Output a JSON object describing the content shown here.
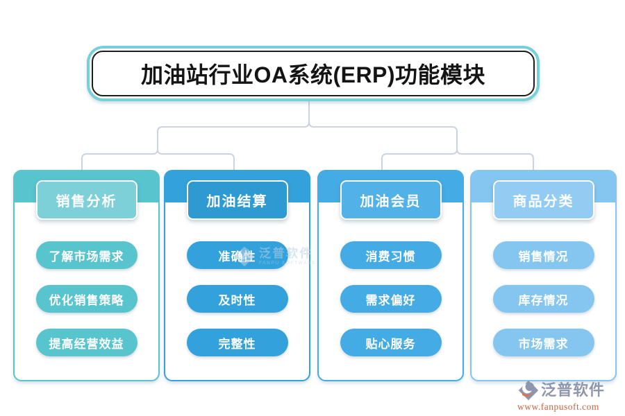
{
  "title": {
    "text": "加油站行业OA系统(ERP)功能模块"
  },
  "theme": {
    "title_border": "#76D0D9",
    "connector": "#CBD3DE"
  },
  "columns": [
    {
      "header": "销售分析",
      "items": [
        "了解市场需求",
        "优化销售策略",
        "提高经营效益"
      ],
      "color": "#58C4CE",
      "header_color": "#7ED0D8"
    },
    {
      "header": "加油结算",
      "items": [
        "准确性",
        "及时性",
        "完整性"
      ],
      "color": "#33A2DC",
      "header_color": "#2E9AD2"
    },
    {
      "header": "加油会员",
      "items": [
        "消费习惯",
        "需求偏好",
        "贴心服务"
      ],
      "color": "#45ABE4",
      "header_color": "#52B2E7"
    },
    {
      "header": "商品分类",
      "items": [
        "销售情况",
        "库存情况",
        "市场需求"
      ],
      "color": "#84C6EF",
      "header_color": "#92CCF2"
    }
  ],
  "watermark": {
    "name": "泛普软件",
    "subtitle": "FANPU SOFTWARE",
    "color": "#B9CFE2"
  },
  "logo": {
    "name": "泛普软件",
    "url": "www.fanpusoft.com",
    "name_color": "#8D96AD",
    "url_color": "#D2603C",
    "accent_color": "#E0714E"
  }
}
